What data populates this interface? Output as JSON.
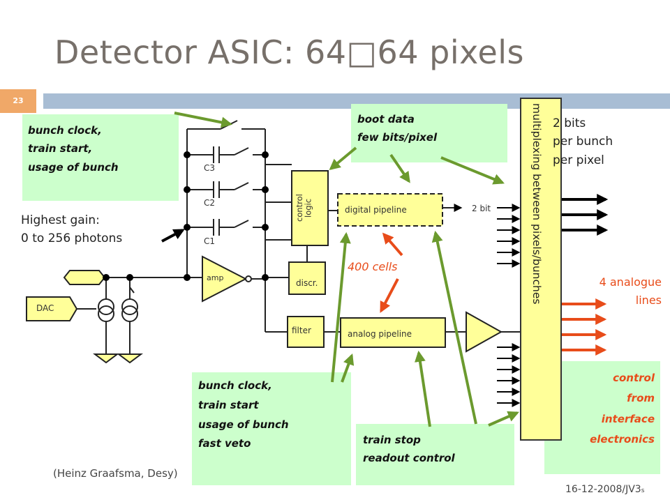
{
  "slide": {
    "title": "Detector  ASIC: 64□64 pixels",
    "slide_number": "23"
  },
  "notes": {
    "top_left": [
      "bunch clock,",
      "train start,",
      "usage of bunch"
    ],
    "boot_data": [
      "boot data",
      "few bits/pixel"
    ],
    "bottom_mid": [
      "bunch clock,",
      "train start",
      "usage of bunch",
      "fast veto"
    ],
    "train_stop": [
      "train stop",
      "readout control"
    ],
    "control": [
      "control",
      "from",
      "interface",
      "electronics"
    ]
  },
  "annotations": {
    "highest_gain": [
      "Highest gain:",
      "0 to 256 photons"
    ],
    "bits_out": [
      "2 bits",
      "per bunch",
      "per pixel"
    ],
    "analogue": [
      "4 analogue",
      "lines"
    ],
    "cells": "400 cells",
    "two_bit": "2 bit"
  },
  "blocks": {
    "control_logic": [
      "control",
      "logic"
    ],
    "digital_pipeline": "digital pipeline",
    "analog_pipeline": "analog pipeline",
    "discr": "discr.",
    "filter": "filter",
    "amp": "amp",
    "dac": "DAC",
    "mux": "multiplexing between pixels/bunches",
    "c3": "C3",
    "c2": "C2",
    "c1": "C1"
  },
  "footer": {
    "credit": "(Heinz Graafsma, Desy)",
    "date": "16-12-2008/JV3",
    "date_suffix": "s"
  },
  "colors": {
    "note_bg": "#ccffcc",
    "block_yellow": "#ffff99",
    "arrow_green": "#6b9a2e",
    "accent_red": "#e84c1a",
    "header_bar": "#a8bdd4",
    "slide_badge": "#f0a868",
    "title_gray": "#77706a"
  }
}
